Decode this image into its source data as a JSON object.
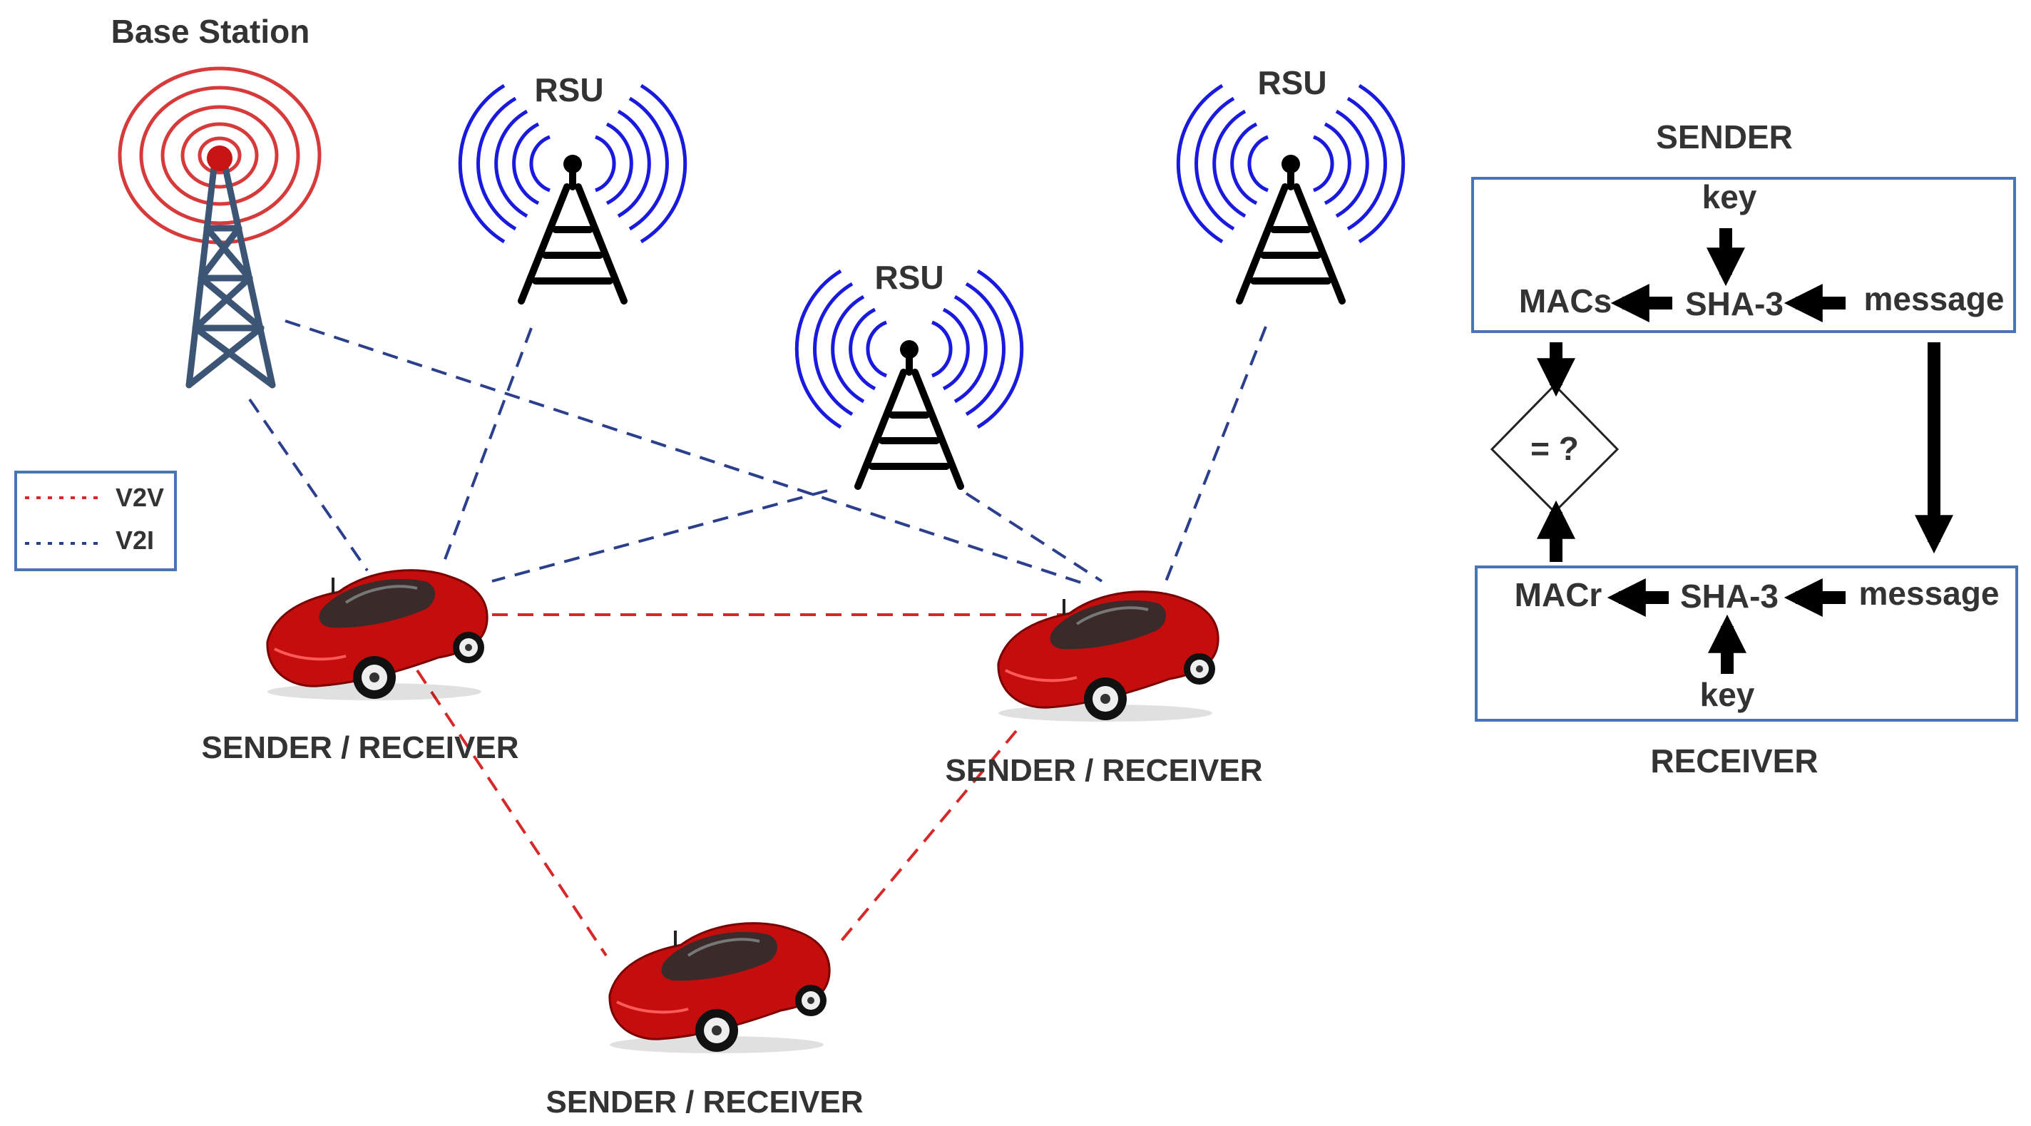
{
  "labels": {
    "base_station": "Base Station",
    "rsu_left": "RSU",
    "rsu_center": "RSU",
    "rsu_right": "RSU",
    "car_left": "SENDER / RECEIVER",
    "car_right": "SENDER / RECEIVER",
    "car_bottom": "SENDER / RECEIVER"
  },
  "legend": {
    "v2v": "V2V",
    "v2i": "V2I"
  },
  "flow": {
    "sender_title": "SENDER",
    "receiver_title": "RECEIVER",
    "sender_key": "key",
    "sender_mac": "MACs",
    "sender_hash": "SHA-3",
    "sender_message": "message",
    "compare": "= ?",
    "receiver_mac": "MACr",
    "receiver_hash": "SHA-3",
    "receiver_message": "message",
    "receiver_key": "key"
  },
  "colors": {
    "v2v_link": "#d62828",
    "v2i_link": "#2b3f8c",
    "rsu_waves": "#1a1adf",
    "base_station_rings": "#d63a3a",
    "base_station_tower": "#3c5575",
    "car_body": "#c40d0d",
    "box_border": "#4a74b8",
    "arrow": "#000000"
  }
}
